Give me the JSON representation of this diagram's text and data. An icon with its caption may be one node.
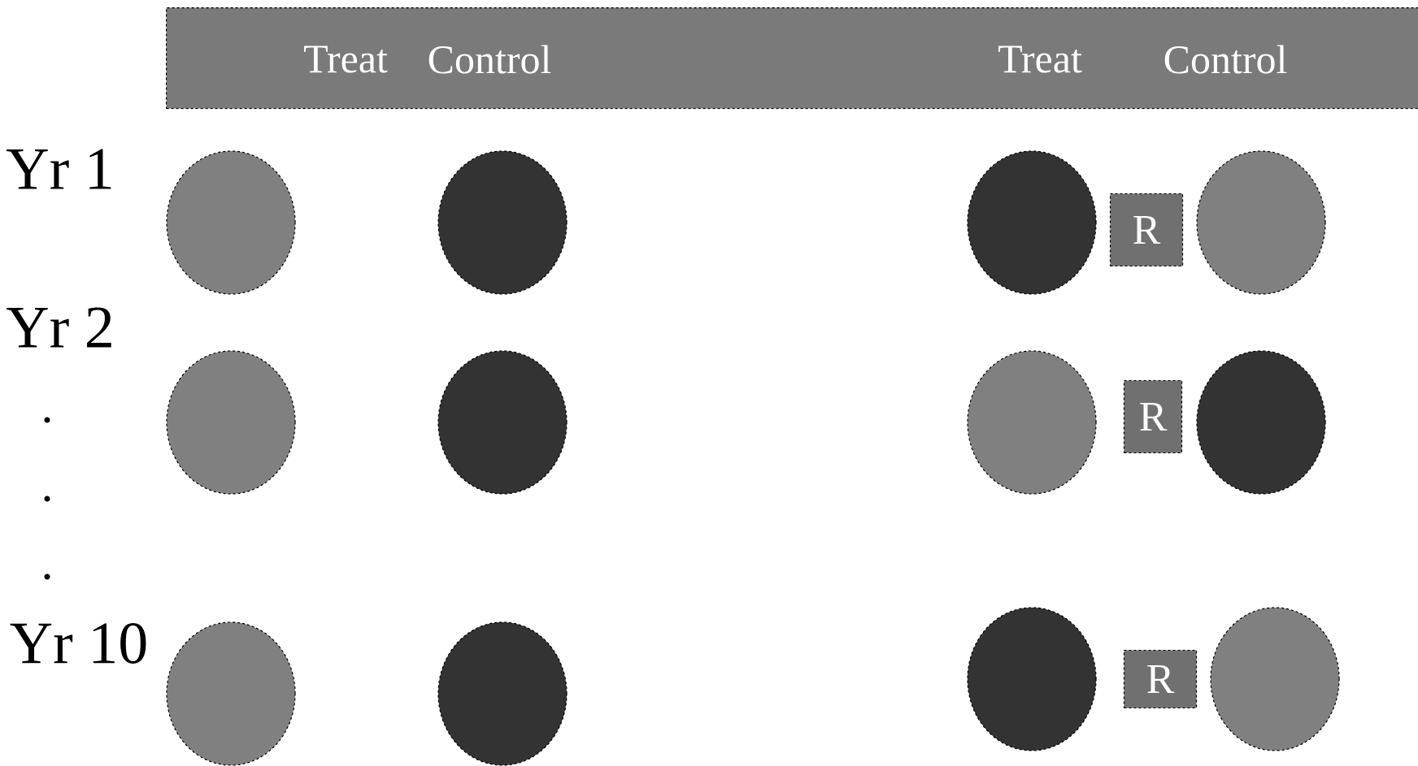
{
  "diagram": {
    "nodes": [
      {
        "text": [
          "Treat",
          "Control",
          "Treat",
          "Control"
        ]
      },
      {
        "text": [],
        "shape": "circle"
      },
      {
        "text": [],
        "shape": "circle"
      },
      {
        "text": [],
        "shape": "circle"
      },
      {
        "text": [
          "R"
        ]
      },
      {
        "text": [],
        "shape": "circle"
      },
      {
        "text": [],
        "shape": "circle"
      },
      {
        "text": [],
        "shape": "circle"
      },
      {
        "text": [],
        "shape": "circle"
      },
      {
        "text": [
          "R"
        ]
      },
      {
        "text": [],
        "shape": "circle"
      },
      {
        "text": [],
        "shape": "circle"
      },
      {
        "text": [],
        "shape": "circle"
      },
      {
        "text": [],
        "shape": "circle"
      },
      {
        "text": [
          "R"
        ]
      },
      {
        "text": [],
        "shape": "circle"
      }
    ],
    "labels": [
      "Yr 1",
      "Yr 2",
      ".",
      ".",
      ".",
      "Yr 10"
    ]
  }
}
